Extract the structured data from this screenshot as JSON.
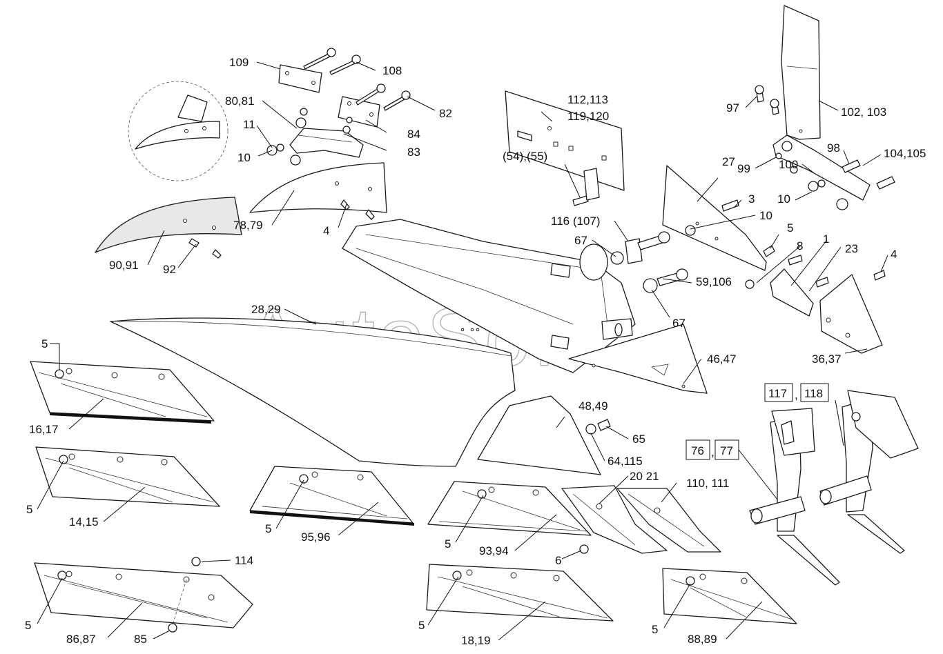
{
  "watermark": "AutoSoft",
  "labels": {
    "l109": "109",
    "l108": "108",
    "l8081": "80,81",
    "l82": "82",
    "l11": "11",
    "l84": "84",
    "l83": "83",
    "l10a": "10",
    "l7879": "78,79",
    "l4a": "4",
    "l9091": "90,91",
    "l92": "92",
    "l112": "112,113",
    "l119": "119,120",
    "l5455": "(54),(55)",
    "l116": "116 (107)",
    "l67a": "67",
    "l67b": "67",
    "l59106": "59,106",
    "l97": "97",
    "l102": "102, 103",
    "l98": "98",
    "l104": "104,105",
    "l99": "99",
    "l27": "27",
    "l100": "100",
    "l10b": "10",
    "l3": "3",
    "l10c": "10",
    "l5a": "5",
    "l8": "8",
    "l1": "1",
    "l23": "23",
    "l4b": "4",
    "l3637": "36,37",
    "l2829": "28,29",
    "l4647": "46,47",
    "l5b": "5",
    "l1617": "16,17",
    "l5c": "5",
    "l1415": "14,15",
    "l5d": "5",
    "l9596": "95,96",
    "l4849": "48,49",
    "l65": "65",
    "l64115": "64,115",
    "l2021": "20 21",
    "l110": "110, 111",
    "l5e": "5",
    "l9394": "93,94",
    "l6": "6",
    "l114": "114",
    "l5f": "5",
    "l8687": "86,87",
    "l85": "85",
    "l5g": "5",
    "l1819": "18,19",
    "l5h": "5",
    "l8889": "88,89",
    "b117": "117",
    "b118": "118",
    "b76": "76",
    "b77": "77",
    "comma1": ",",
    "comma2": ","
  }
}
